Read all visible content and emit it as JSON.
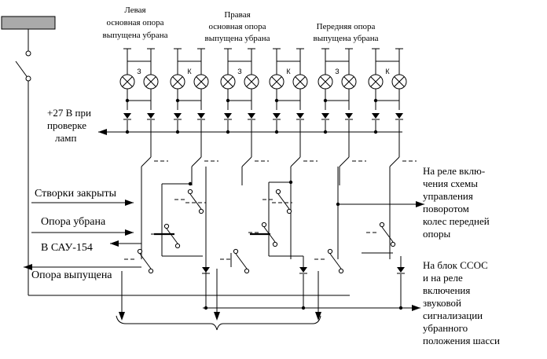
{
  "labels": {
    "left_gear_1": "Левая",
    "left_gear_2": "основная опора",
    "left_gear_3": "выпущена  убрана",
    "right_gear_1": "Правая",
    "right_gear_2": "основная опора",
    "right_gear_3": "выпущена  убрана",
    "front_gear_1": "Передняя опора",
    "front_gear_2": "выпущена  убрана",
    "lamp_test_1": "+27 В при",
    "lamp_test_2": "проверке",
    "lamp_test_3": "ламп",
    "doors_closed": "Створки закрыты",
    "gear_retracted": "Опора убрана",
    "sau": "В САУ-154",
    "gear_extended": "Опора выпущена",
    "relay_turn_1": "На реле вклю-",
    "relay_turn_2": "чения схемы",
    "relay_turn_3": "управления",
    "relay_turn_4": "поворотом",
    "relay_turn_5": "колес передней",
    "relay_turn_6": "опоры",
    "ssos_1": "На блок ССОС",
    "ssos_2": "и на реле",
    "ssos_3": "включения",
    "ssos_4": "звуковой",
    "ssos_5": "сигнализации",
    "ssos_6": "убранного",
    "ssos_7": "положения шасси"
  },
  "lamp_marks": [
    "З",
    "К",
    "З",
    "К",
    "З",
    "К"
  ]
}
